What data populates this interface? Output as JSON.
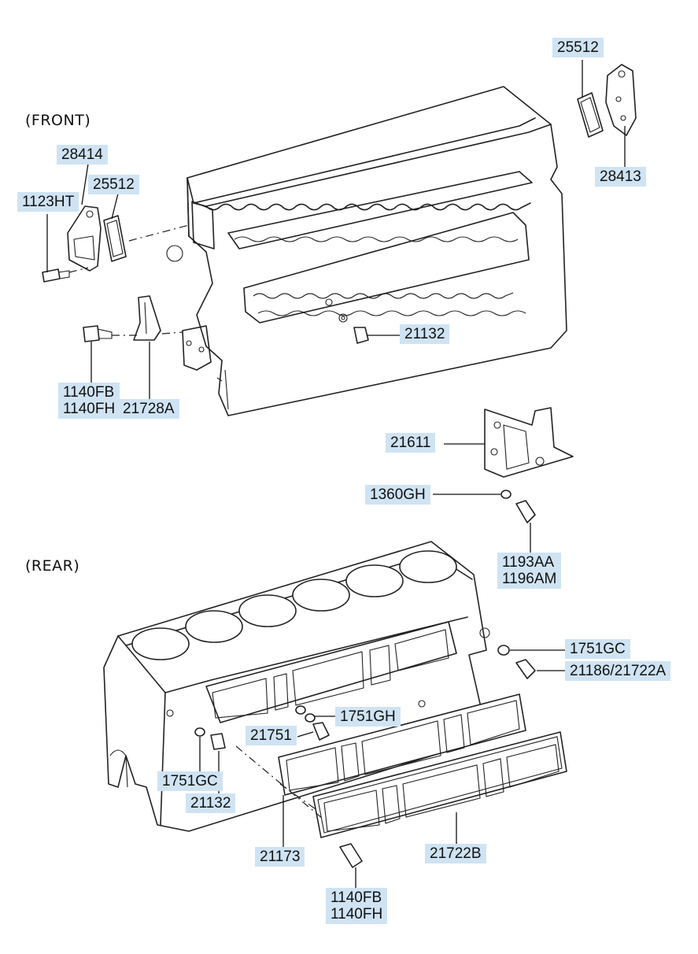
{
  "sections": {
    "front": "(FRONT)",
    "rear": "(REAR)"
  },
  "labels": {
    "p25512_top": "25512",
    "p28413": "28413",
    "p28414": "28414",
    "p25512_front": "25512",
    "p1123HT": "1123HT",
    "p21132_front": "21132",
    "p1140FB_front": "1140FB",
    "p1140FH_front": "1140FH",
    "p21728A": "21728A",
    "p21611": "21611",
    "p1360GH": "1360GH",
    "p1193AA": "1193AA",
    "p1196AM": "1196AM",
    "p1751GC_right": "1751GC",
    "p21186": "21186/21722A",
    "p1751GH": "1751GH",
    "p21751": "21751",
    "p1751GC_left": "1751GC",
    "p21132_rear": "21132",
    "p21173": "21173",
    "p21722B": "21722B",
    "p1140FB_rear": "1140FB",
    "p1140FH_rear": "1140FH"
  },
  "colors": {
    "label_background": "#cfe3f3",
    "line_art": "#222222"
  }
}
